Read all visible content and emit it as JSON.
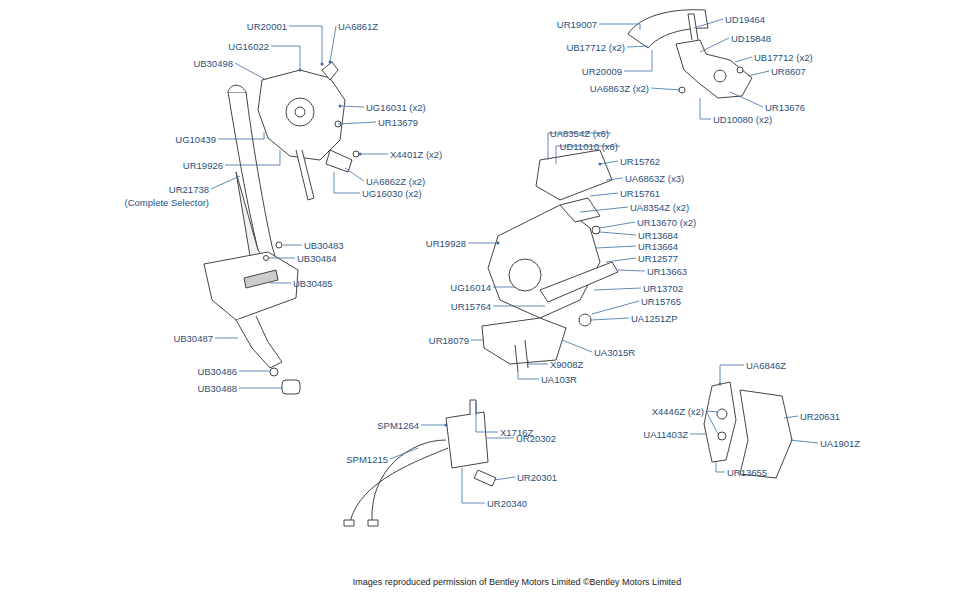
{
  "diagram": {
    "caption": "Images reproduced permission of Bentley Motors Limited ©Bentley Motors Limited",
    "labels": [
      "UR20001",
      "UA6861Z",
      "UG16022",
      "UB30498",
      "UG16031 (x2)",
      "UR13679",
      "UG10439",
      "X4401Z (x2)",
      "UR19926",
      "UA6862Z (x2)",
      "UR21738",
      "(Complete Selector)",
      "UG16030 (x2)",
      "UR19007",
      "UD19464",
      "UB17712 (x2)",
      "UD15848",
      "UB17712 (x2)",
      "UR20009",
      "UR8607",
      "UA6863Z (x2)",
      "UR13676",
      "UD10080 (x2)",
      "UB30483",
      "UB30484",
      "UB30485",
      "UB30487",
      "UB30486",
      "UB30488",
      "UA8354Z (x6)",
      "UD11010 (x6)",
      "UR15762",
      "UA6863Z (x3)",
      "UR15761",
      "UA8354Z (x2)",
      "UR13670 (x2)",
      "UR19928",
      "UR13684",
      "UR13664",
      "UR12577",
      "UR13663",
      "UG16014",
      "UR13702",
      "UR15764",
      "UR15765",
      "UA1251ZP",
      "UR18079",
      "UA3015R",
      "X9008Z",
      "UA103R",
      "SPM1264",
      "X1716Z",
      "UR20302",
      "SPM1215",
      "UR20301",
      "UR20340",
      "UA6846Z",
      "X4446Z (x2)",
      "UR20631",
      "UA1901Z",
      "UA11403Z",
      "UR13655"
    ]
  }
}
